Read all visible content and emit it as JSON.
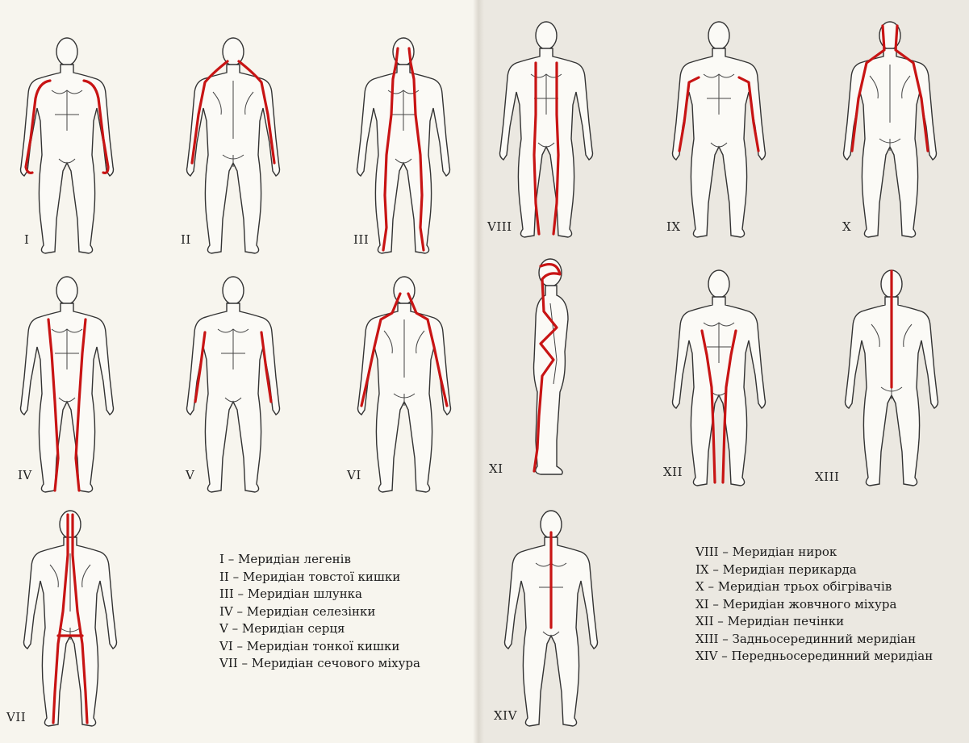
{
  "figure_numbers": [
    "I",
    "II",
    "III",
    "IV",
    "V",
    "VI",
    "VII",
    "VIII",
    "IX",
    "X",
    "XI",
    "XII",
    "XIII",
    "XIV"
  ],
  "legend_left": [
    "I – Меридіан легенів",
    "II – Меридіан товстої кишки",
    "III – Меридіан шлунка",
    "IV – Меридіан селезінки",
    "V – Меридіан серця",
    "VI – Меридіан тонкої кишки",
    "VII – Меридіан сечового міхура"
  ],
  "legend_right": [
    "VIII – Меридіан нирок",
    "IX – Меридіан перикарда",
    "X – Меридіан трьох обігрівачів",
    "XI – Меридіан жовчного міхура",
    "XII – Меридіан печінки",
    "XIII – Задньосерединний меридіан",
    "XIV – Передньосерединний меридіан"
  ],
  "colors": {
    "meridian": "#c81414",
    "outline": "#333333"
  }
}
